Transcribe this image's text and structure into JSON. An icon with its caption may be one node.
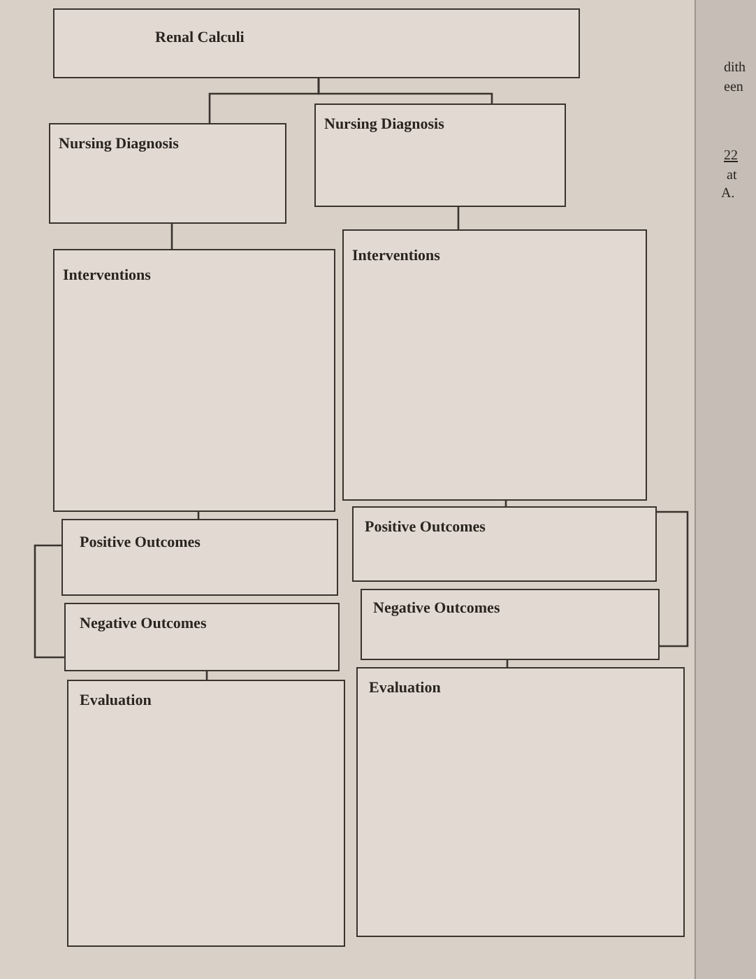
{
  "diagram": {
    "nodes": [
      {
        "text": [
          "Renal Calculi"
        ]
      },
      {
        "text": [
          "Nursing Diagnosis"
        ]
      },
      {
        "text": [
          "Nursing Diagnosis"
        ]
      },
      {
        "text": [
          "Interventions"
        ]
      },
      {
        "text": [
          "Interventions"
        ]
      },
      {
        "text": [
          "Positive Outcomes"
        ]
      },
      {
        "text": [
          "Positive Outcomes"
        ]
      },
      {
        "text": [
          "Negative Outcomes"
        ]
      },
      {
        "text": [
          "Negative Outcomes"
        ]
      },
      {
        "text": [
          "Evaluation"
        ]
      },
      {
        "text": [
          "Evaluation"
        ]
      }
    ],
    "edges": [
      {
        "from": 0,
        "to": 1,
        "arrow": "none"
      },
      {
        "from": 0,
        "to": 2,
        "arrow": "none"
      },
      {
        "from": 1,
        "to": 3,
        "arrow": "none"
      },
      {
        "from": 2,
        "to": 4,
        "arrow": "none"
      },
      {
        "from": 3,
        "to": 5,
        "arrow": "none"
      },
      {
        "from": 4,
        "to": 6,
        "arrow": "none"
      },
      {
        "from": 5,
        "to": 7,
        "arrow": "none"
      },
      {
        "from": 6,
        "to": 8,
        "arrow": "none"
      },
      {
        "from": 7,
        "to": 9,
        "arrow": "none"
      },
      {
        "from": 8,
        "to": 10,
        "arrow": "none"
      }
    ],
    "labels": [
      "dith",
      "een",
      "22",
      "at",
      "A."
    ]
  }
}
